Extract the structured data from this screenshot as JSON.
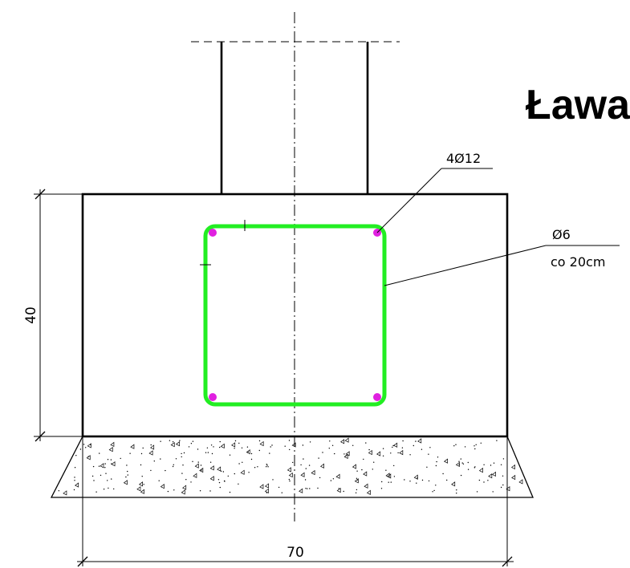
{
  "title": "Ława",
  "main_rebar": {
    "label": "4Ø12",
    "color": "#e020e0"
  },
  "stirrup": {
    "label_line1": "Ø6",
    "label_line2": "co 20cm",
    "color": "#22ee22"
  },
  "dimensions": {
    "height": "40",
    "width": "70"
  },
  "colors": {
    "lines": "#000000",
    "background": "#ffffff"
  }
}
